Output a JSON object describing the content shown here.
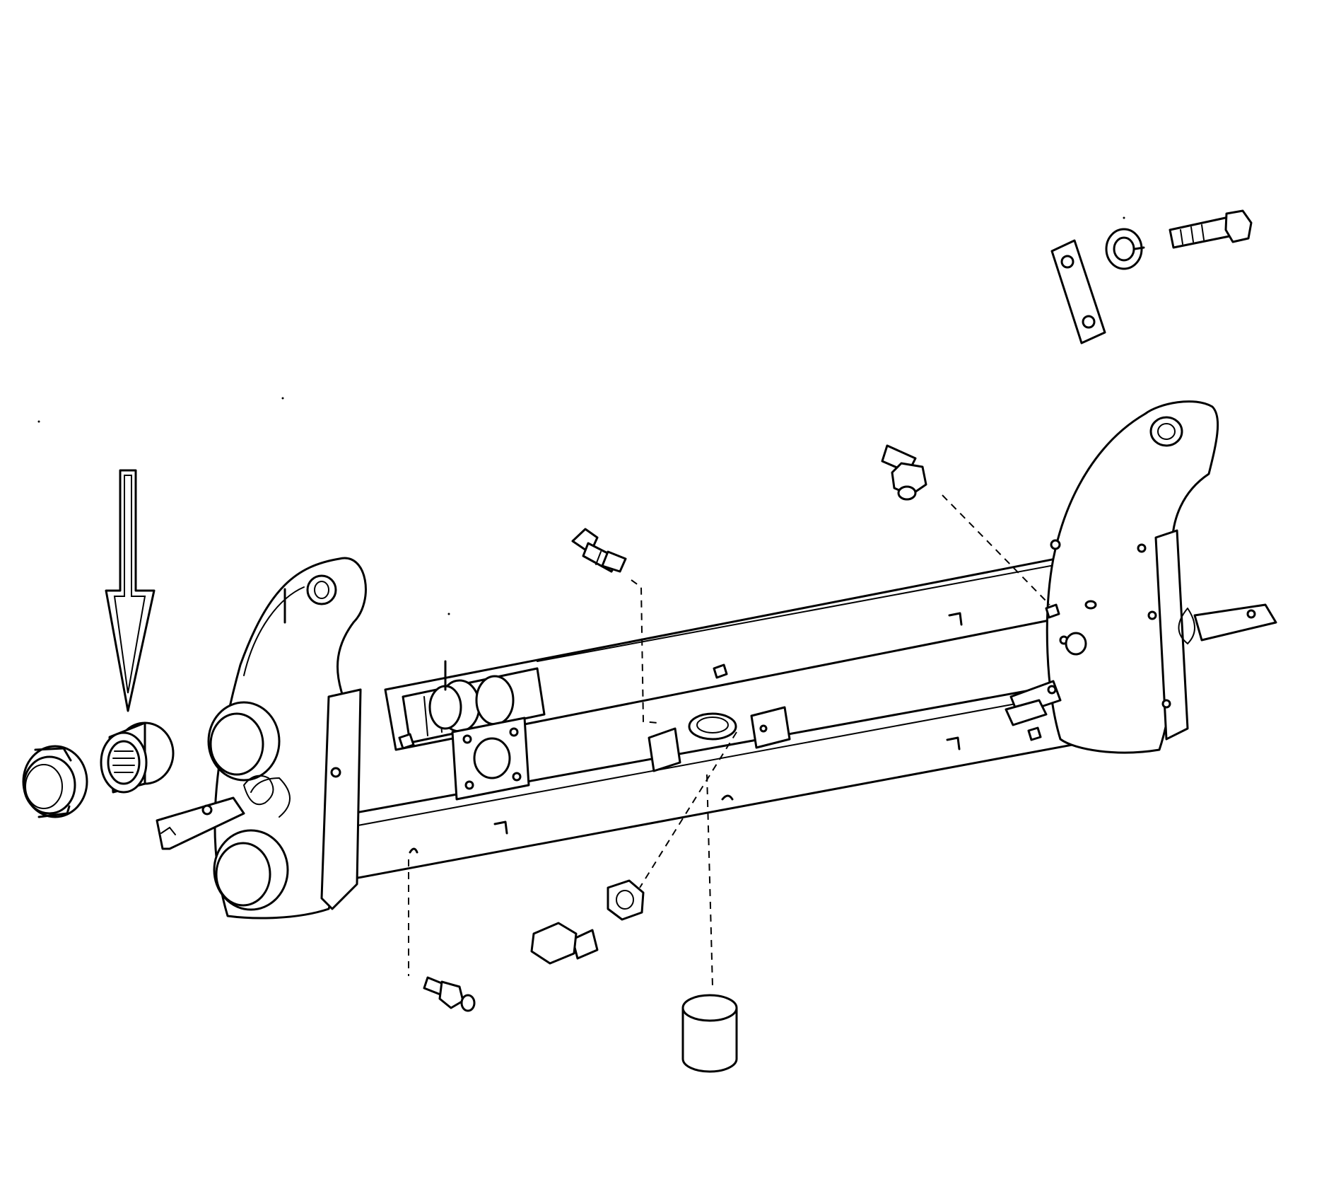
{
  "figure": {
    "subject": "front-axle-beam-exploded-view",
    "highlighted_part": "needle-bearing",
    "pointer": "hollow-arrow-down"
  },
  "parts": [
    "torsion-tube-upper",
    "torsion-tube-lower",
    "left-side-plate",
    "right-side-plate",
    "needle-bearing",
    "bearing-seal",
    "stop-plate",
    "lock-washer",
    "hex-bolt",
    "grease-fitting",
    "hex-nut",
    "bushing",
    "mounting-bracket"
  ],
  "colors": {
    "line": "#000000",
    "background": "#ffffff"
  }
}
